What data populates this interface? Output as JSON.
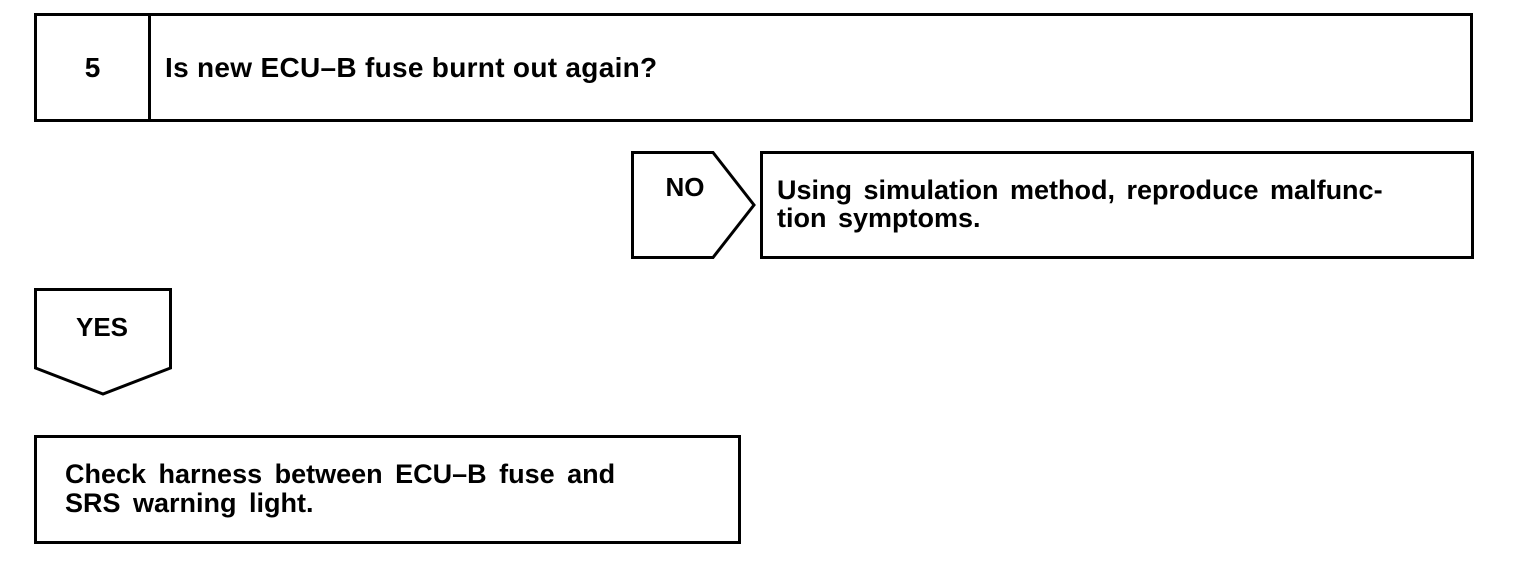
{
  "step": {
    "number": "5",
    "question": "Is new ECU–B fuse burnt out again?"
  },
  "branches": {
    "no": {
      "label": "NO",
      "action": "Using simulation method, reproduce malfunction symptoms.",
      "action_line1": "Using simulation method, reproduce malfunc-",
      "action_line2": "tion symptoms."
    },
    "yes": {
      "label": "YES",
      "action": "Check harness between ECU–B fuse and SRS warning light.",
      "action_line1": "Check harness between ECU–B fuse and",
      "action_line2": "SRS warning light."
    }
  },
  "colors": {
    "line": "#000000",
    "background": "#ffffff"
  }
}
